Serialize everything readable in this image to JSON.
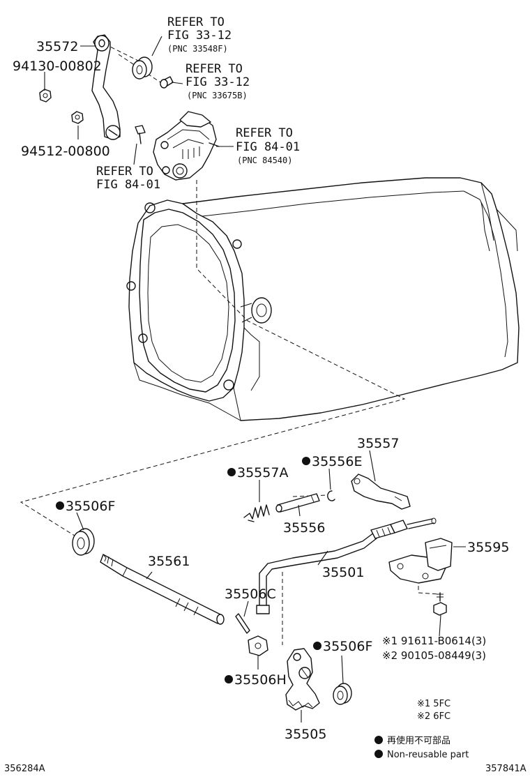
{
  "figure": {
    "left_code": "356284A",
    "right_code": "357841A"
  },
  "labels": {
    "p35572": "35572",
    "p94130": "94130-00802",
    "p94512": "94512-00800",
    "p35557A": "35557A",
    "p35556E": "35556E",
    "p35557": "35557",
    "p35556": "35556",
    "p35506F_top": "35506F",
    "p35561": "35561",
    "p35501": "35501",
    "p35595": "35595",
    "p35506C": "35506C",
    "p35506F_bottom": "35506F",
    "p35506H": "35506H",
    "p35505": "35505",
    "bolt1": "※1 91611-B0614(3)",
    "bolt2": "※2 90105-08449(3)"
  },
  "references": {
    "r1_line1": "REFER TO",
    "r1_line2": "FIG 33-12",
    "r1_pnc": "(PNC 33548F)",
    "r2_line1": "REFER TO",
    "r2_line2": "FIG 33-12",
    "r2_pnc": "(PNC 33675B)",
    "r3_line1": "REFER TO",
    "r3_line2": "FIG 84-01",
    "r3_pnc": "(PNC 84540)",
    "r4_line1": "REFER TO",
    "r4_line2": "FIG 84-01"
  },
  "notes": {
    "n1": "※1  5FC",
    "n2": "※2  6FC"
  },
  "legend": {
    "jp": "再使用不可部品",
    "en": "Non-reusable part"
  },
  "colors": {
    "line": "#111111",
    "background": "#ffffff"
  }
}
